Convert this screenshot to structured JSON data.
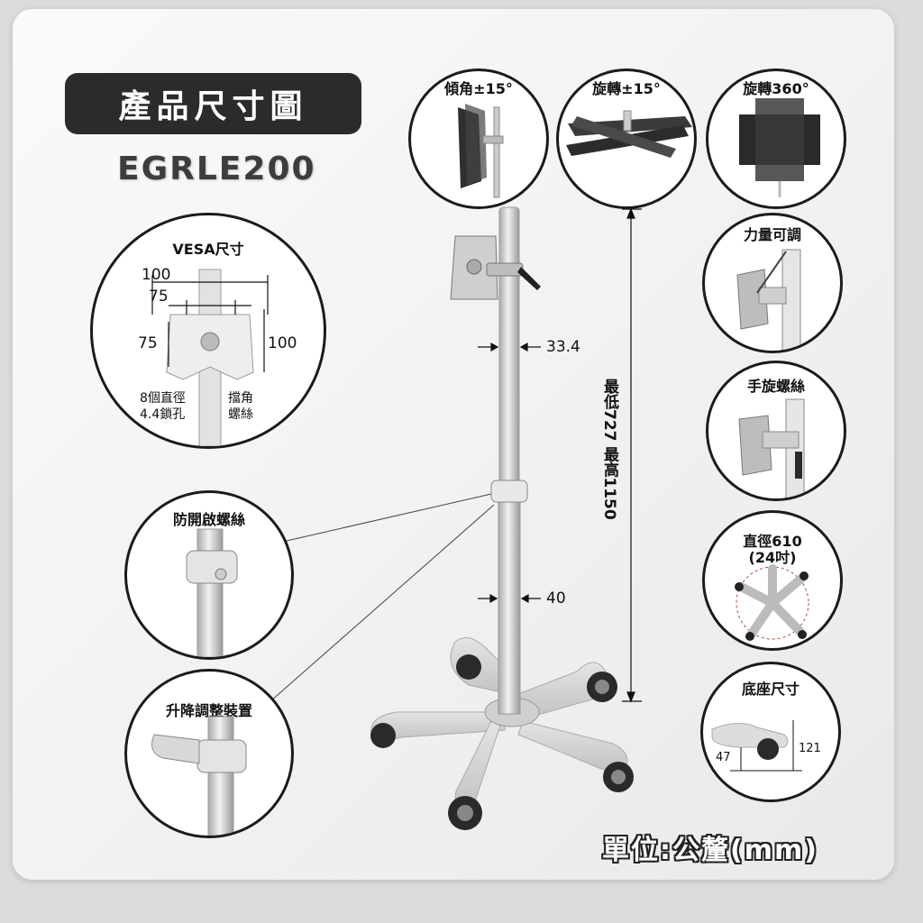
{
  "header": {
    "title": "產品尺寸圖",
    "model": "EGRLE200"
  },
  "features": {
    "tilt": "傾角±15°",
    "swivel": "旋轉±15°",
    "rotate": "旋轉360°",
    "tension": "力量可調",
    "hand_screw": "手旋螺絲",
    "diameter_line1": "直徑610",
    "diameter_line2": "(24吋)",
    "base_size": "底座尺寸",
    "base_h1": "47",
    "base_h2": "121"
  },
  "vesa": {
    "title": "VESA尺寸",
    "w100": "100",
    "w75": "75",
    "h75": "75",
    "h100": "100",
    "hole_line1": "8個直徑",
    "hole_line2": "4.4鎖孔",
    "stop_line1": "擋角",
    "stop_line2": "螺絲"
  },
  "callouts": {
    "anti_open": "防開啟螺絲",
    "lift": "升降調整裝置"
  },
  "dimensions": {
    "top_pole": "33.4",
    "bottom_pole": "40",
    "height": "最低727 最高1150"
  },
  "footer": {
    "unit": "單位:公釐(mm)"
  }
}
